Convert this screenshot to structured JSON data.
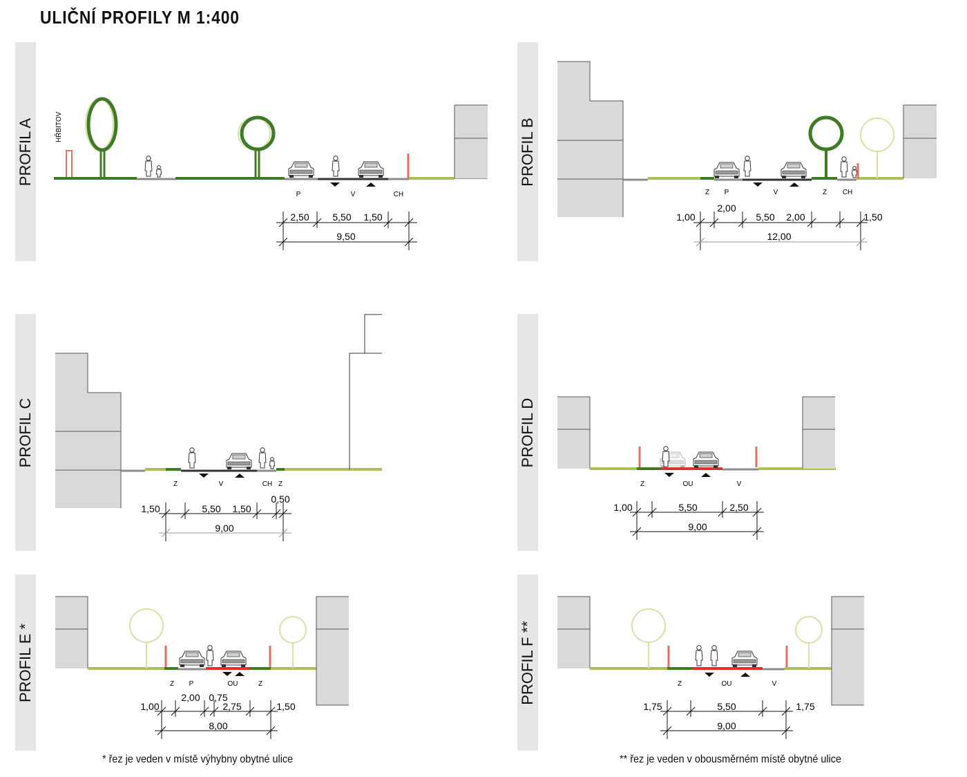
{
  "title": "ULIČNÍ PROFILY M 1:400",
  "colors": {
    "building": "#d9d9d9",
    "building_edge": "#555555",
    "green_dark": "#3f7a26",
    "green_light": "#a8c255",
    "tree_light": "#d8e0a8",
    "road": "#333333",
    "sidewalk": "#8c8c8c",
    "shared_zone": "#e0322a",
    "bollard": "#e07060"
  },
  "profiles": {
    "a": {
      "label": "PROFIL A",
      "side_label": "HŘBITOV",
      "codes": [
        "P",
        "V",
        "CH"
      ],
      "dims": [
        "2,50",
        "5,50",
        "1,50"
      ],
      "total": "9,50"
    },
    "b": {
      "label": "PROFIL B",
      "codes": [
        "Z",
        "P",
        "V",
        "Z",
        "CH"
      ],
      "dims": [
        "1,00",
        "2,00",
        "5,50",
        "2,00",
        "1,50"
      ],
      "total": "12,00"
    },
    "c": {
      "label": "PROFIL C",
      "codes": [
        "Z",
        "V",
        "CH",
        "Z"
      ],
      "dims": [
        "1,50",
        "5,50",
        "1,50",
        "0,50"
      ],
      "total": "9,00"
    },
    "d": {
      "label": "PROFIL D",
      "codes": [
        "Z",
        "OU",
        "V"
      ],
      "dims": [
        "1,00",
        "5,50",
        "2,50"
      ],
      "total": "9,00"
    },
    "e": {
      "label": "PROFIL E *",
      "codes": [
        "Z",
        "P",
        "OU",
        "Z"
      ],
      "dims": [
        "1,00",
        "2,00",
        "0,75",
        "2,75",
        "1,50"
      ],
      "total": "8,00",
      "note": "* řez je veden v místě výhybny obytné ulice"
    },
    "f": {
      "label": "PROFIL F **",
      "codes": [
        "Z",
        "OU",
        "V"
      ],
      "dims": [
        "1,75",
        "5,50",
        "1,75"
      ],
      "total": "9,00",
      "note": "** řez je veden v obousměrném místě obytné ulice"
    }
  }
}
